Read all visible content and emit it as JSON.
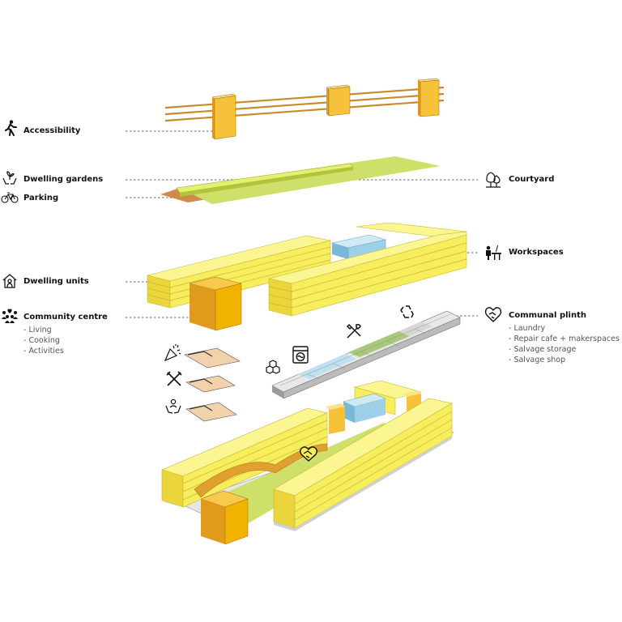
{
  "labels": {
    "accessibility": "Accessibility",
    "dwelling_gardens": "Dwelling gardens",
    "parking": "Parking",
    "courtyard": "Courtyard",
    "workspaces": "Workspaces",
    "dwelling_units": "Dwelling units",
    "community_centre": "Community centre",
    "communal_plinth": "Communal plinth"
  },
  "community_centre_items": [
    "- Living",
    "- Cooking",
    "- Activities"
  ],
  "communal_plinth_items": [
    "- Laundry",
    "- Repair cafe + makerspaces",
    "- Salvage storage",
    "- Salvage shop"
  ],
  "colors": {
    "dwelling_yellow": "#f6ee5c",
    "community_orange": "#f2b200",
    "garden_green": "#cfe06a",
    "workspace_blue": "#9ecfe8",
    "parking_brown": "#d08a4a",
    "ramp_tan": "#d8a850"
  },
  "icons": {
    "accessibility": "walking-person-icon",
    "dwelling_gardens": "hands-plant-icon",
    "parking": "bicycle-icon",
    "courtyard": "trees-icon",
    "workspaces": "desk-worker-icon",
    "dwelling_units": "house-person-icon",
    "community_centre": "people-heart-icon",
    "communal_plinth": "handshake-heart-icon",
    "recycle": "recycle-icon",
    "repair": "tools-icon",
    "laundry": "washing-machine-icon",
    "storage": "boxes-icon",
    "activities": "party-icon",
    "cooking": "cutlery-icon",
    "living": "caring-hands-icon"
  }
}
